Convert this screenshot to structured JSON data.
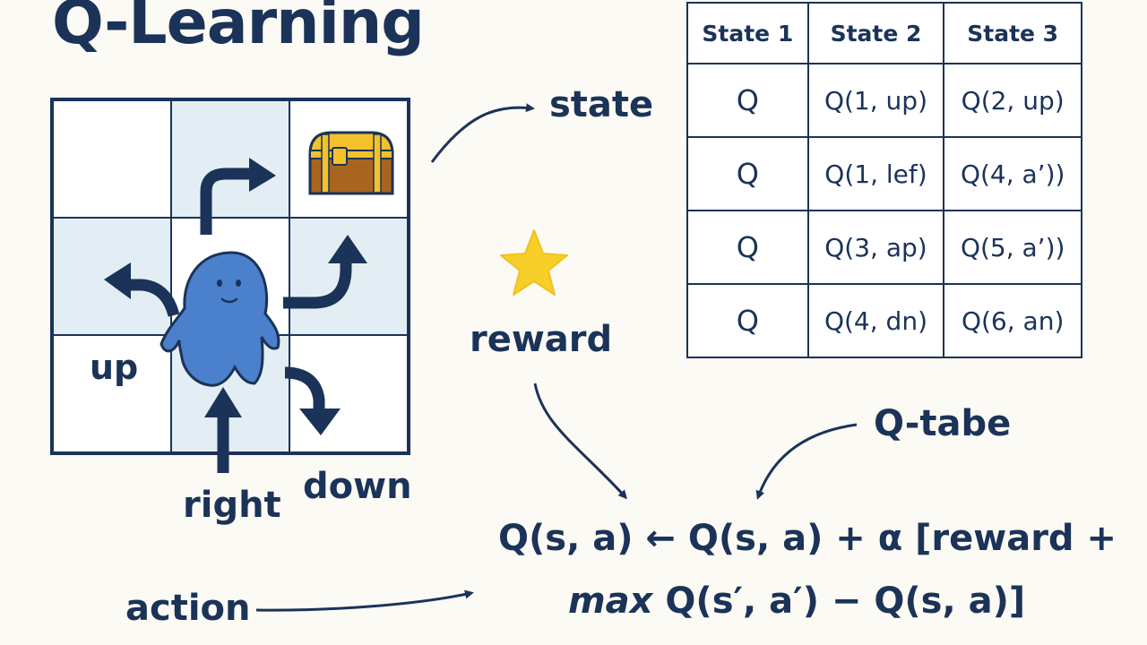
{
  "title": "Q-Learning",
  "labels": {
    "state": "state",
    "reward": "reward",
    "q_table": "Q-tabe",
    "action": "action",
    "up": "up",
    "right": "right",
    "down": "down"
  },
  "table": {
    "headers": [
      "State 1",
      "State 2",
      "State 3"
    ],
    "rows": [
      [
        "Q",
        "Q(1, up)",
        "Q(2, up)"
      ],
      [
        "Q",
        "Q(1, lef)",
        "Q(4, a’))"
      ],
      [
        "Q",
        "Q(3, ap)",
        "Q(5, a’))"
      ],
      [
        "Q",
        "Q(4, dn)",
        "Q(6, an)"
      ]
    ]
  },
  "formula": {
    "line1": "Q(s, a) ← Q(s, a) + α [reward +",
    "line2_italic": "max",
    "line2_rest": " Q(s′, a′) − Q(s, a)]"
  },
  "icons": [
    "treasure-chest-icon",
    "agent-blob-icon",
    "star-icon"
  ],
  "colors": {
    "navy": "#1b3358",
    "cell_shade": "#e2eef3",
    "agent_blue": "#4a80cc",
    "star_yellow": "#f7cf2a",
    "chest_brown": "#a8651f",
    "chest_gold": "#f2c12c"
  }
}
